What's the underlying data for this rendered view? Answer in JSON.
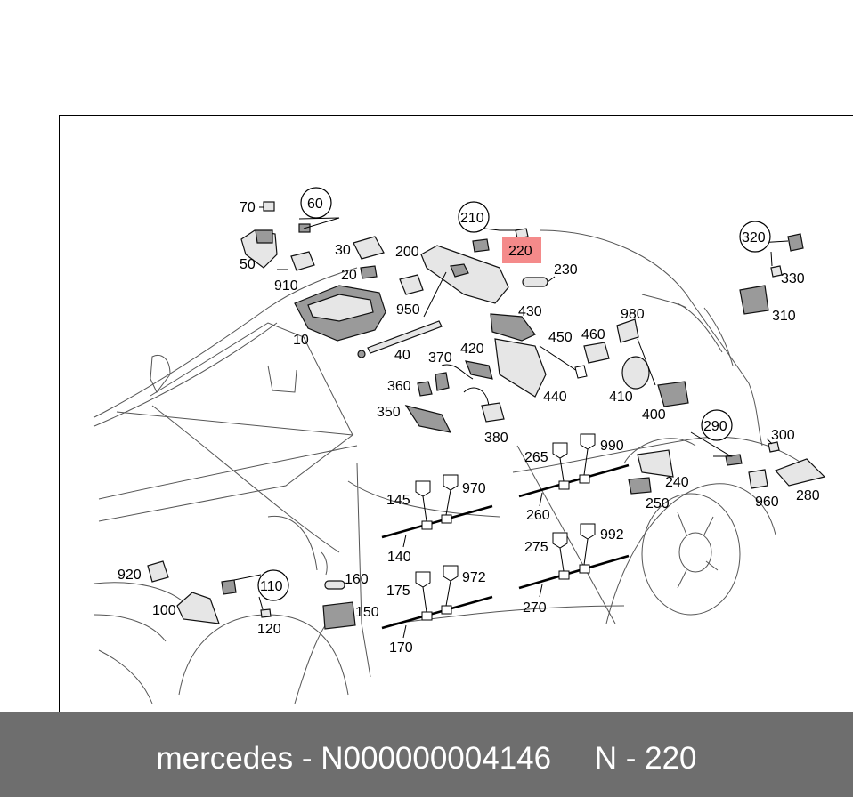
{
  "footer": {
    "brand": "mercedes",
    "separator1": " - ",
    "part_number": "N000000004146",
    "spacer": "     ",
    "category": "N",
    "separator2": " - ",
    "position": "220"
  },
  "highlight": {
    "label": "220",
    "color": "#f48a8a"
  },
  "callouts": {
    "c10": "10",
    "c20": "20",
    "c30": "30",
    "c40": "40",
    "c50": "50",
    "c60": "60",
    "c70": "70",
    "c100": "100",
    "c110": "110",
    "c120": "120",
    "c140": "140",
    "c145": "145",
    "c150": "150",
    "c160": "160",
    "c170": "170",
    "c175": "175",
    "c200": "200",
    "c210": "210",
    "c230": "230",
    "c240": "240",
    "c250": "250",
    "c260": "260",
    "c265": "265",
    "c270": "270",
    "c275": "275",
    "c280": "280",
    "c290": "290",
    "c300": "300",
    "c310": "310",
    "c320": "320",
    "c330": "330",
    "c350": "350",
    "c360": "360",
    "c370": "370",
    "c380": "380",
    "c400": "400",
    "c410": "410",
    "c420": "420",
    "c430": "430",
    "c440": "440",
    "c450": "450",
    "c460": "460",
    "c910": "910",
    "c920": "920",
    "c950": "950",
    "c960": "960",
    "c970": "970",
    "c972": "972",
    "c980": "980",
    "c990": "990",
    "c992": "992"
  },
  "colors": {
    "footer_bg": "#6e6e6e",
    "footer_text": "#ffffff",
    "line": "#000000"
  }
}
